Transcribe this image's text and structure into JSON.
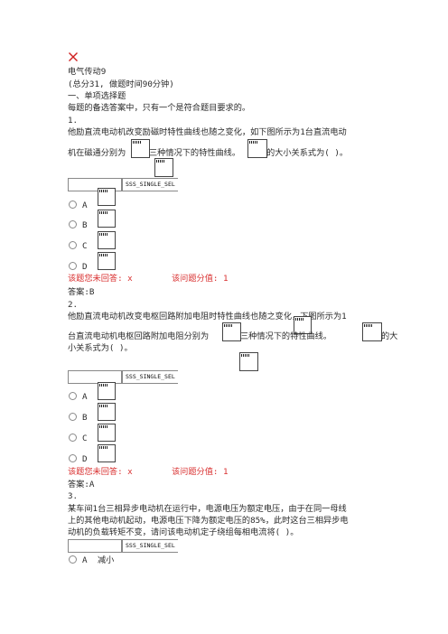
{
  "title": "电气传动9",
  "meta": "(总分31, 做题时间90分钟)",
  "section": "一、单项选择题",
  "instructions": "每题的备选答案中，只有一个是符合题目要求的。",
  "tag_label": "SSS_SINGLE_SEL",
  "questions": [
    {
      "number": "1.",
      "lines": [
        "他励直流电动机改变励磁时特性曲线也随之变化，如下图所示为1台直流电动",
        "机在磁通分别为",
        "三种情况下的特性曲线。",
        "的大小关系式为(      )。"
      ],
      "options": [
        "A",
        "B",
        "C",
        "D"
      ],
      "feedback_unanswered": "该题您未回答: x",
      "feedback_score": "该问题分值: 1",
      "answer": "答案:B"
    },
    {
      "number": "2.",
      "lines": [
        "他励直流电动机改变电枢回路附加电阻时特性曲线也随之变化，下图所示为1",
        "台直流电动机电枢回路附加电阻分别为",
        "三种情况下的特性曲线。",
        "的大",
        "小关系式为(      )。"
      ],
      "options": [
        "A",
        "B",
        "C",
        "D"
      ],
      "feedback_unanswered": "该题您未回答: x",
      "feedback_score": "该问题分值: 1",
      "answer": "答案:A"
    },
    {
      "number": "3.",
      "lines": [
        "某车间1台三相异步电动机在运行中，电源电压为额定电压，由于在同一母线",
        "上的其他电动机起动，电源电压下降为额定电压的85%，此时这台三相异步电",
        "动机的负载转矩不变，请问该电动机定子绕组每相电流将(      )。"
      ],
      "options": [
        "A"
      ],
      "option_texts": [
        "减小"
      ]
    }
  ]
}
